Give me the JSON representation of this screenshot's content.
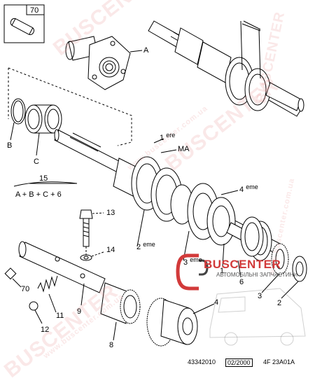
{
  "labels": {
    "part_70_box": "70",
    "A": "A",
    "B": "B",
    "C": "C",
    "first_num": "1",
    "first_sup": "ere",
    "ma": "MA",
    "fifteen": "15",
    "formula": "A + B + C + 6",
    "fourth_num": "4",
    "fourth_sup": "eme",
    "thirteen": "13",
    "fourteen": "14",
    "second_num": "2",
    "second_sup": "eme",
    "third_num": "3",
    "third_sup": "eme",
    "one": "1",
    "six": "6",
    "three": "3",
    "two": "2",
    "seventy": "70",
    "eleven": "11",
    "nine": "9",
    "twelve": "12",
    "eight": "8",
    "four": "4"
  },
  "watermarks": {
    "wm1": "BUSCENTER",
    "wm2": "BUSCENTER",
    "wm3": "BUSCENTER",
    "wm4": "BUSCENTER",
    "url1": "www.buscenter.com.ua",
    "url2": "www.buscenter.com.ua",
    "url3": "www.buscenter.com.ua"
  },
  "logo": {
    "name": "BUSCENTER",
    "tagline": "АВТОМОБІЛЬНІ ЗАПЧАСТИНИ"
  },
  "footer": {
    "ref": "43342010",
    "date": "02/2000",
    "code": "4F 23A01A"
  },
  "colors": {
    "line": "#000000",
    "watermark": "#e89696",
    "logo": "#d23a3a"
  }
}
